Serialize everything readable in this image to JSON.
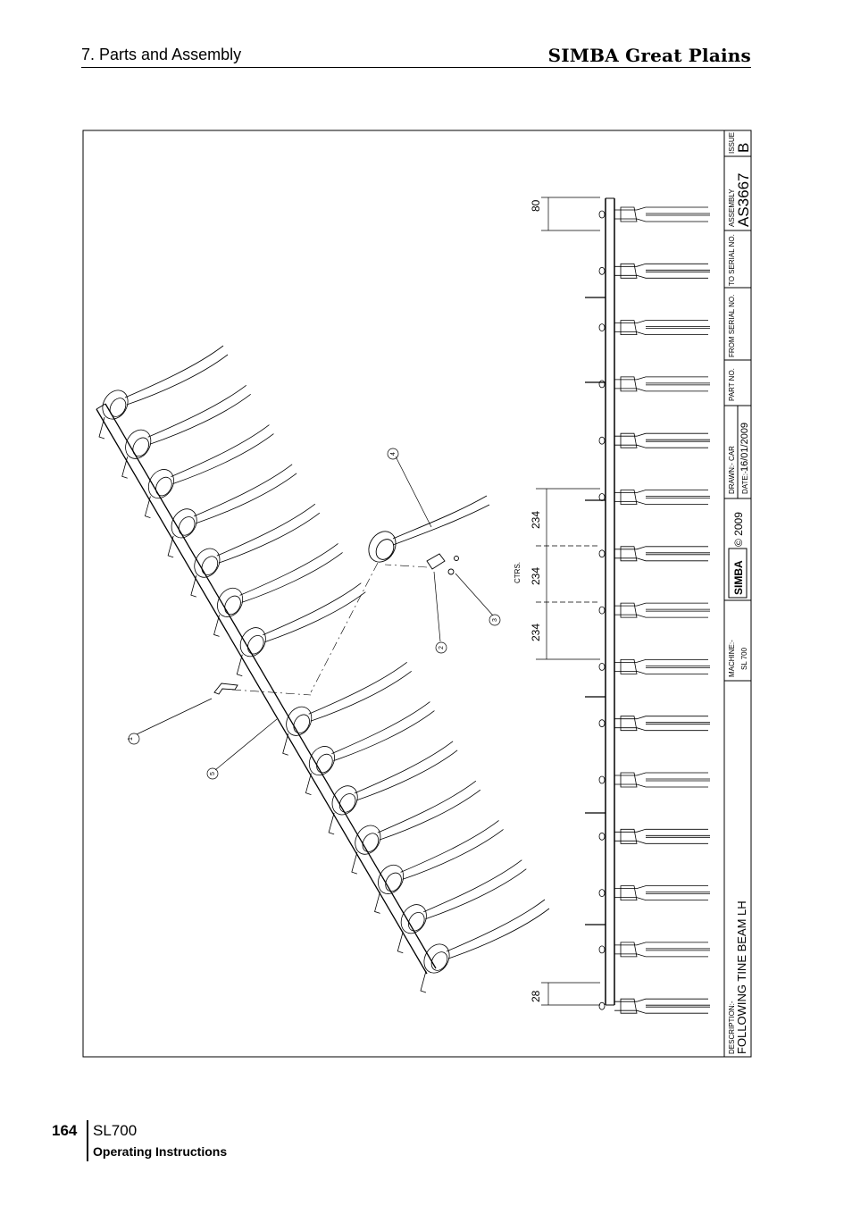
{
  "header": {
    "section_title": "7. Parts and Assembly",
    "brand": "SIMBA Great Plains"
  },
  "drawing": {
    "title_block": {
      "issue_label": "ISSUE",
      "issue_value": "B",
      "assembly_label": "ASSEMBLY",
      "assembly_value": "AS3667",
      "to_serial_label": "TO SERIAL NO.",
      "from_serial_label": "FROM SERIAL NO.",
      "part_no_label": "PART NO.",
      "drawn_label": "DRAWN:-  CAR",
      "date_label": "DATE:-",
      "date_value": "16/01/2009",
      "copyright": "© 2009",
      "logo_text": "SIMBA",
      "machine_label": "MACHINE:-",
      "machine_value": "SL 700",
      "description_label": "DESCRIPTION:-",
      "description_value": "FOLLOWING TINE BEAM LH"
    },
    "dimensions": {
      "top": "80",
      "spacing_1": "234",
      "spacing_2": "234",
      "spacing_3": "234",
      "ctrs": "CTRS.",
      "bottom": "28"
    },
    "callouts": [
      "1",
      "2",
      "3",
      "4",
      "5"
    ]
  },
  "footer": {
    "page_number": "164",
    "model": "SL700",
    "subtitle": "Operating Instructions"
  }
}
